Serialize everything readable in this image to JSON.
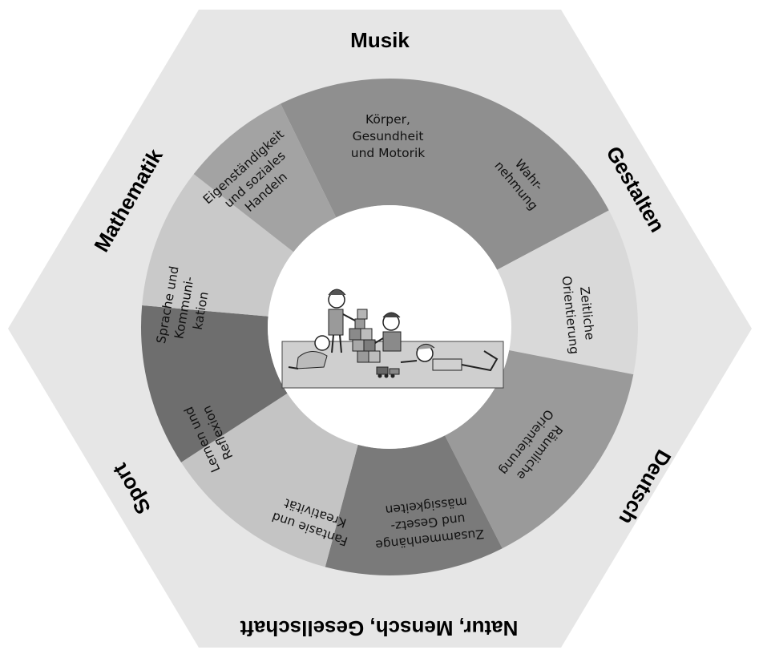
{
  "subjects": {
    "top": "Musik",
    "top_right": "Gestalten",
    "bottom_right": "Deutsch",
    "bottom": "Natur, Mensch, Gesellschaft",
    "bottom_left": "Sport",
    "top_left": "Mathematik"
  },
  "segments": [
    {
      "lines": [
        "Körper,",
        "Gesundheit",
        "und Motorik"
      ],
      "color": "#8f8f8f"
    },
    {
      "lines": [
        "Wahr-",
        "nehmung"
      ],
      "color": "#8f8f8f"
    },
    {
      "lines": [
        "Zeitliche",
        "Orientierung"
      ],
      "color": "#d9d9d9"
    },
    {
      "lines": [
        "Räumliche",
        "Orientierung"
      ],
      "color": "#9a9a9a"
    },
    {
      "lines": [
        "Zusammenhänge",
        "und Gesetz-",
        "mässigkeiten"
      ],
      "color": "#7a7a7a"
    },
    {
      "lines": [
        "Fantasie und",
        "Kreativität"
      ],
      "color": "#c4c4c4"
    },
    {
      "lines": [
        "Lernen und",
        "Reflexion"
      ],
      "color": "#6e6e6e"
    },
    {
      "lines": [
        "Sprache und",
        "Kommuni-",
        "kation"
      ],
      "color": "#c9c9c9"
    },
    {
      "lines": [
        "Eigenständigkeit",
        "und soziales",
        "Handeln"
      ],
      "color": "#a3a3a3"
    }
  ],
  "center_image": "children-playing-with-blocks-illustration",
  "colors": {
    "hexagon": "#e6e6e6",
    "center": "#ffffff"
  }
}
